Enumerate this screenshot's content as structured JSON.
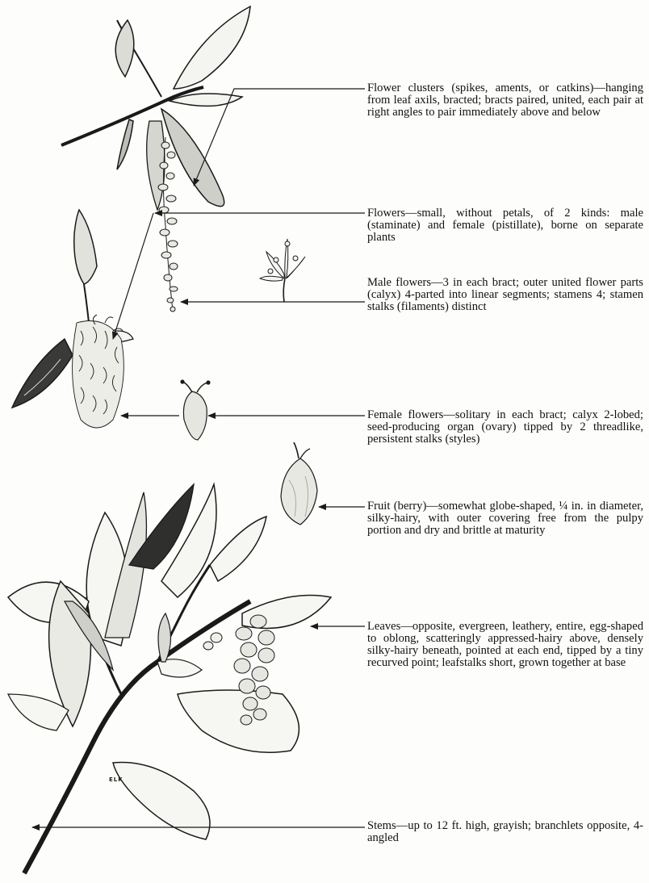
{
  "labels": {
    "flower_clusters": "Flower clusters (spikes, aments, or catkins)—hanging from leaf axils, bracted; bracts paired, united, each pair at right angles to pair immediately above and below",
    "flowers": "Flowers—small, without petals, of 2 kinds: male (staminate) and female (pistillate), borne on separate plants",
    "male_flowers": "Male flowers—3 in each bract; outer united flower parts (calyx) 4-parted into linear segments; stamens 4; stamen stalks (filaments) distinct",
    "female_flowers": "Female flowers—solitary in each bract; calyx 2-lobed; seed-producing organ (ovary) tipped by 2 threadlike, persistent stalks (styles)",
    "fruit": "Fruit (berry)—somewhat globe-shaped, ¼ in. in diameter, silky-hairy, with outer covering free from the pulpy portion and dry and brittle at maturity",
    "leaves": "Leaves—opposite, evergreen, leathery, entire, egg-shaped to oblong, scatteringly appressed-hairy above, densely silky-hairy beneath, pointed at each end, tipped by a tiny recurved point; leafstalks short, grown together at base",
    "stems": "Stems—up to 12 ft. high, grayish; branchlets opposite, 4-angled"
  },
  "signature": "ELK",
  "colors": {
    "ink": "#1a1a1a",
    "paper": "#fdfdfb",
    "shade": "#c9c9c4"
  }
}
